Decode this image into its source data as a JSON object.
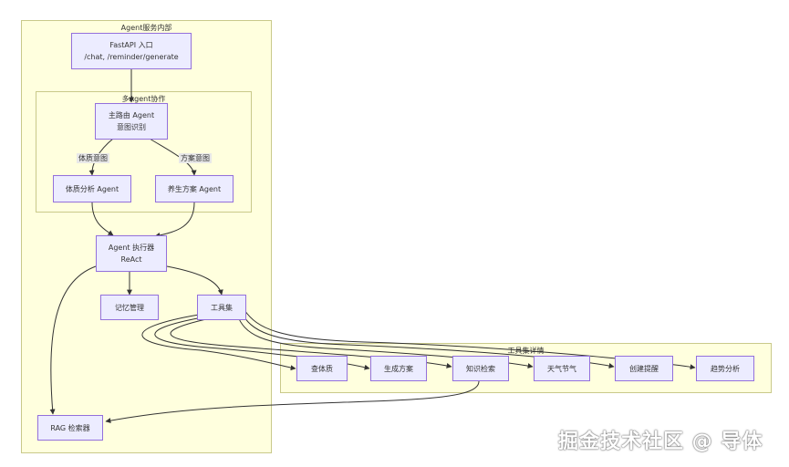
{
  "clusters": {
    "agent_service": "Agent服务内部",
    "multi_agent": "多Agent协作",
    "tool_details": "工具集详情"
  },
  "nodes": {
    "fastapi": {
      "line1": "FastAPI 入口",
      "line2": "/chat, /reminder/generate"
    },
    "router": {
      "line1": "主路由 Agent",
      "line2": "意图识别"
    },
    "constitution": {
      "line1": "体质分析 Agent"
    },
    "plan_agent": {
      "line1": "养生方案 Agent"
    },
    "executor": {
      "line1": "Agent 执行器",
      "line2": "ReAct"
    },
    "memory": {
      "line1": "记忆管理"
    },
    "toolset": {
      "line1": "工具集"
    },
    "rag": {
      "line1": "RAG 检索器"
    },
    "query_constitution": {
      "line1": "查体质"
    },
    "generate_plan": {
      "line1": "生成方案"
    },
    "knowledge_search": {
      "line1": "知识检索"
    },
    "weather_solar": {
      "line1": "天气节气"
    },
    "create_reminder": {
      "line1": "创建提醒"
    },
    "trend_analysis": {
      "line1": "趋势分析"
    }
  },
  "edge_labels": {
    "constitution_intent": "体质意图",
    "plan_intent": "方案意图"
  },
  "colors": {
    "cluster_fill": "#ffffde",
    "cluster_border": "#c9c98a",
    "node_fill": "#ececff",
    "node_border": "#9370db",
    "edge": "#333333"
  },
  "watermark": "掘金技术社区 @ 导体"
}
